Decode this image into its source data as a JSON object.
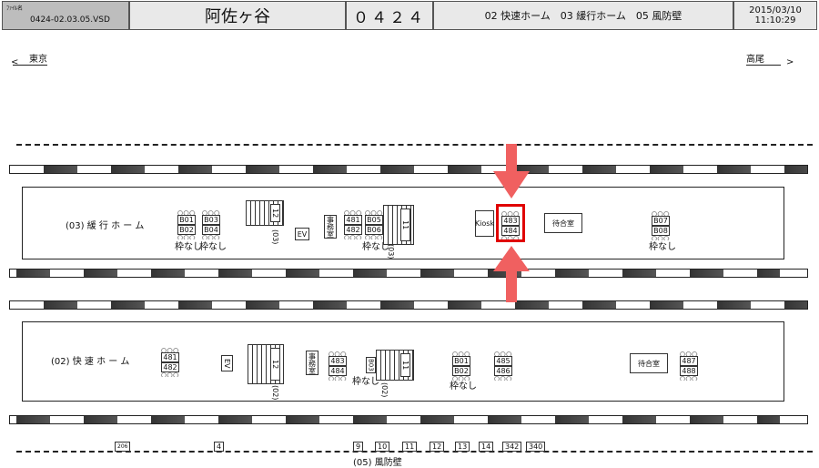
{
  "header": {
    "file_label": "ﾌｧｲﾙ名",
    "file_name": "0424-02.03.05.VSD",
    "station": "阿佐ヶ谷",
    "code": "０４２４",
    "sections": "02 快速ホーム　03 緩行ホーム　05 風防壁",
    "date": "2015/03/10",
    "time": "11:10:29"
  },
  "directions": {
    "left": "東京",
    "right": "高尾"
  },
  "upper": {
    "label": "(03) 緩 行 ホ ー ム",
    "ads": [
      [
        "B01",
        "B02"
      ],
      [
        "B03",
        "B04"
      ],
      [
        "481",
        "482"
      ],
      [
        "B05",
        "B06"
      ],
      [
        "483",
        "484"
      ],
      [
        "B07",
        "B08"
      ]
    ],
    "notes": [
      "枠なし",
      "枠なし",
      "枠なし",
      "枠なし"
    ],
    "stairs": [
      "12",
      "11"
    ],
    "stair_tags": [
      "(03)",
      "(03)"
    ],
    "ev": "EV",
    "office": "事務室",
    "kiosk": "Kiosk",
    "waiting": "待合室"
  },
  "lower": {
    "label": "(02) 快 速 ホ ー ム",
    "ads": [
      [
        "481",
        "482"
      ],
      [
        "483",
        "484"
      ],
      [
        "B01",
        "B02"
      ],
      [
        "485",
        "486"
      ],
      [
        "487",
        "488"
      ]
    ],
    "small_ad": "B03",
    "notes": [
      "枠なし",
      "枠なし"
    ],
    "stairs": [
      "12",
      "11"
    ],
    "stair_tags": [
      "(02)",
      "(02)"
    ],
    "ev": "EV",
    "office": "事務室",
    "waiting": "待合室"
  },
  "windbreak": {
    "label": "(05) 風防壁",
    "markers": [
      "206",
      "4",
      "9",
      "10",
      "11",
      "12",
      "13",
      "14",
      "342",
      "340"
    ]
  },
  "highlight_color": "#e00000",
  "arrow_color": "#f06060"
}
